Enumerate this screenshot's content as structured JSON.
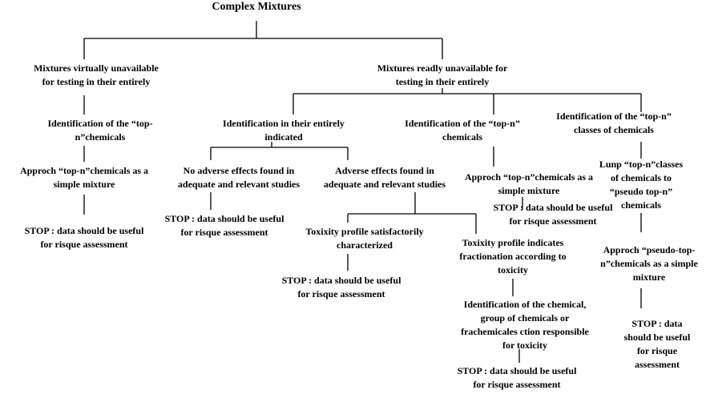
{
  "title": "Complex Mixtures",
  "nodes": {
    "unavailable": "Mixtures virtually unavailable\nfor testing in their entirely",
    "available": "Mixtures readly unavailable for\ntesting in their entirely",
    "left_top_n": "Identification of the “top-\nn”chemicals",
    "left_approach": "Approch “top-n”chemicals as a\nsimple mixture",
    "left_stop": "STOP : data should be useful\nfor risque assessment",
    "ident_entirely": "Identification in their entirely\nindicated",
    "no_adverse": "No adverse effects  found in\nadequate and relevant studies",
    "no_adverse_stop": "STOP : data should be useful\nfor risque assessment",
    "adverse": "Adverse effects  found in\nadequate and relevant studies",
    "tox_satisfactory": "Toxixity profile satisfactorily\ncharacterized",
    "tox_satisfactory_stop": "STOP : data should be useful\nfor risque assessment",
    "tox_fractionation": "Toxixity profile indicates\nfractionation according to\ntoxicity",
    "ident_chemical": "Identification of the chemical,\ngroup of chemicals or\nfrachemicales ction responsible\nfor toxicity",
    "ident_chemical_stop": "STOP : data should be useful\nfor risque assessment",
    "mid_top_n": "Identification of the “top-n”\nchemicals",
    "mid_approach": "Approch “top-n”chemicals as a\nsimple mixture",
    "mid_stop": "STOP : data should be useful\nfor risque assessment",
    "classes": "Identification of the “top-n”\nclasses of chemicals",
    "lump": "Lunp “top-n”classes\nof chemicals to\n“pseudo top-n”\nchemicals",
    "pseudo_approach": "Approch “pseudo-top-\nn”chemicals as a simple\nmixture",
    "right_stop": "STOP : data\nshould be useful\nfor risque\nassessment"
  }
}
